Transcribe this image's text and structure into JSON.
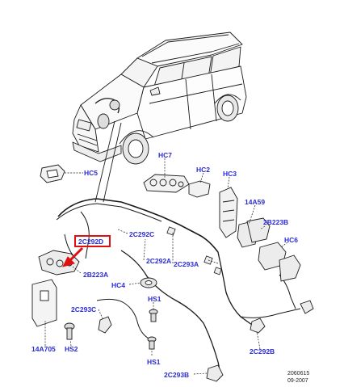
{
  "labels": {
    "hc5": "HC5",
    "hc7": "HC7",
    "hc2": "HC2",
    "hc3": "HC3",
    "l14a59": "14A59",
    "l2b223b": "2B223B",
    "hc6": "HC6",
    "l2c292c": "2C292C",
    "l2c292d": "2C292D",
    "l2c292a": "2C292A",
    "l2c293a": "2C293A",
    "l2b223a": "2B223A",
    "hc4": "HC4",
    "hs1_top": "HS1",
    "l2c293c": "2C293C",
    "l14a705": "14A705",
    "hs2": "HS2",
    "hs1_bottom": "HS1",
    "l2c293b": "2C293B",
    "l2c292b": "2C292B"
  },
  "reference": {
    "number": "2060615",
    "date": "09-2007"
  },
  "highlight": {
    "color": "#e01010",
    "part": "2C292D"
  },
  "colors": {
    "label": "#2b2bd6",
    "line": "#1a1a1a"
  }
}
